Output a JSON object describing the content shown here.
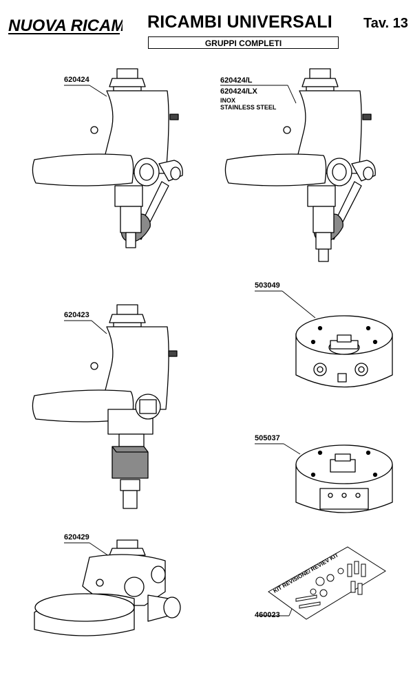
{
  "header": {
    "brand": "NUOVA RICAMBI",
    "title": "RICAMBI UNIVERSALI",
    "table_ref": "Tav. 13",
    "subtitle": "GRUPPI COMPLETI"
  },
  "parts": [
    {
      "code": "620424"
    },
    {
      "code": "620424/L",
      "alt_code": "620424/LX",
      "note_1": "INOX",
      "note_2": "STAINLESS STEEL"
    },
    {
      "code": "620423"
    },
    {
      "code": "503049"
    },
    {
      "code": "505037"
    },
    {
      "code": "620429"
    },
    {
      "code": "460023",
      "kit_label": "KIT REVISIONE/ REVIEV KIT"
    }
  ]
}
